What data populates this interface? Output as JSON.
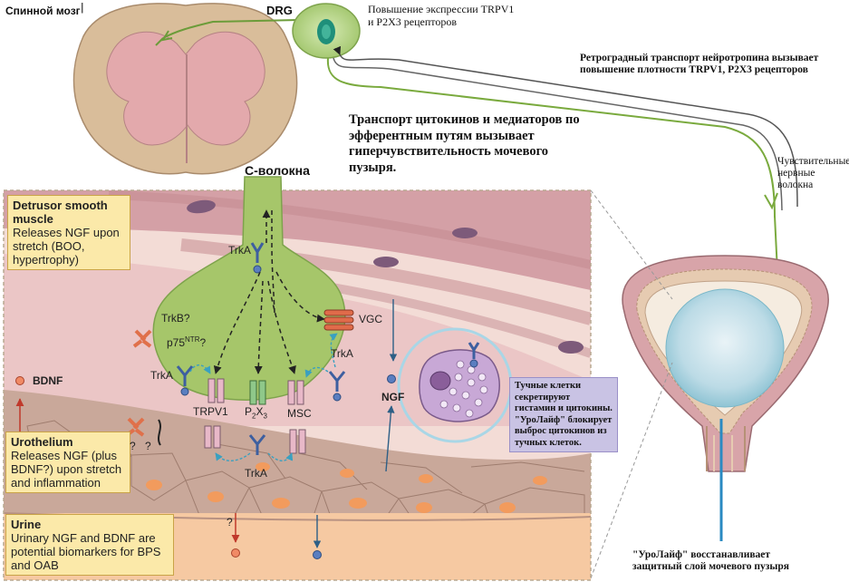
{
  "top": {
    "spinal_cord": "Спинной мозг",
    "drg": "DRG",
    "drg_expression": "Повышение экспрессии TRPV1 и P2X3 рецепторов",
    "retrograde": "Ретроградный транспорт нейротропина вызывает повышение плотности TRPV1, P2X3 рецепторов",
    "efferent": "Транспорт цитокинов и медиаторов по эфферентным путям вызывает гиперчувствительность мочевого пузыря.",
    "c_fibers": "C-волокна",
    "sensory": "Чувствительные нервные волокна"
  },
  "panel": {
    "detrusor_title": "Detrusor smooth muscle",
    "detrusor_text": "Releases NGF upon stretch (BOO, hypertrophy)",
    "bdnf": "BDNF",
    "urothelium_title": "Urothelium",
    "urothelium_text": "Releases NGF (plus BDNF?) upon stretch and inflammation",
    "urine_title": "Urine",
    "urine_text": "Urinary NGF and BDNF are potential biomarkers for BPS and OAB",
    "trka": "TrkA",
    "trkb": "TrkB?",
    "p75": "p75",
    "p75_sup": "NTR",
    "q": "?",
    "vgc": "VGC",
    "trpv1": "TRPV1",
    "p2x3": "P",
    "p2x3_sub": "2",
    "p2x3_x": "X",
    "p2x3_sub2": "3",
    "msc": "MSC",
    "ngf": "NGF"
  },
  "mast_cell_note": "Тучные клетки секретируют гистамин и цитокины. \"УроЛайф\" блокирует выброс цитокинов из тучных клеток.",
  "bladder_note": "\"УроЛайф\" восстанавливает защитный слой мочевого пузыря",
  "colors": {
    "neuron_green": "#a6c66a",
    "muscle_pink": "#dcaab0",
    "urine_orange": "#f6c9a2",
    "cell_tan": "#c9a89a",
    "note_purple": "#c9c3e4",
    "box_yellow": "#fbe9a9"
  }
}
